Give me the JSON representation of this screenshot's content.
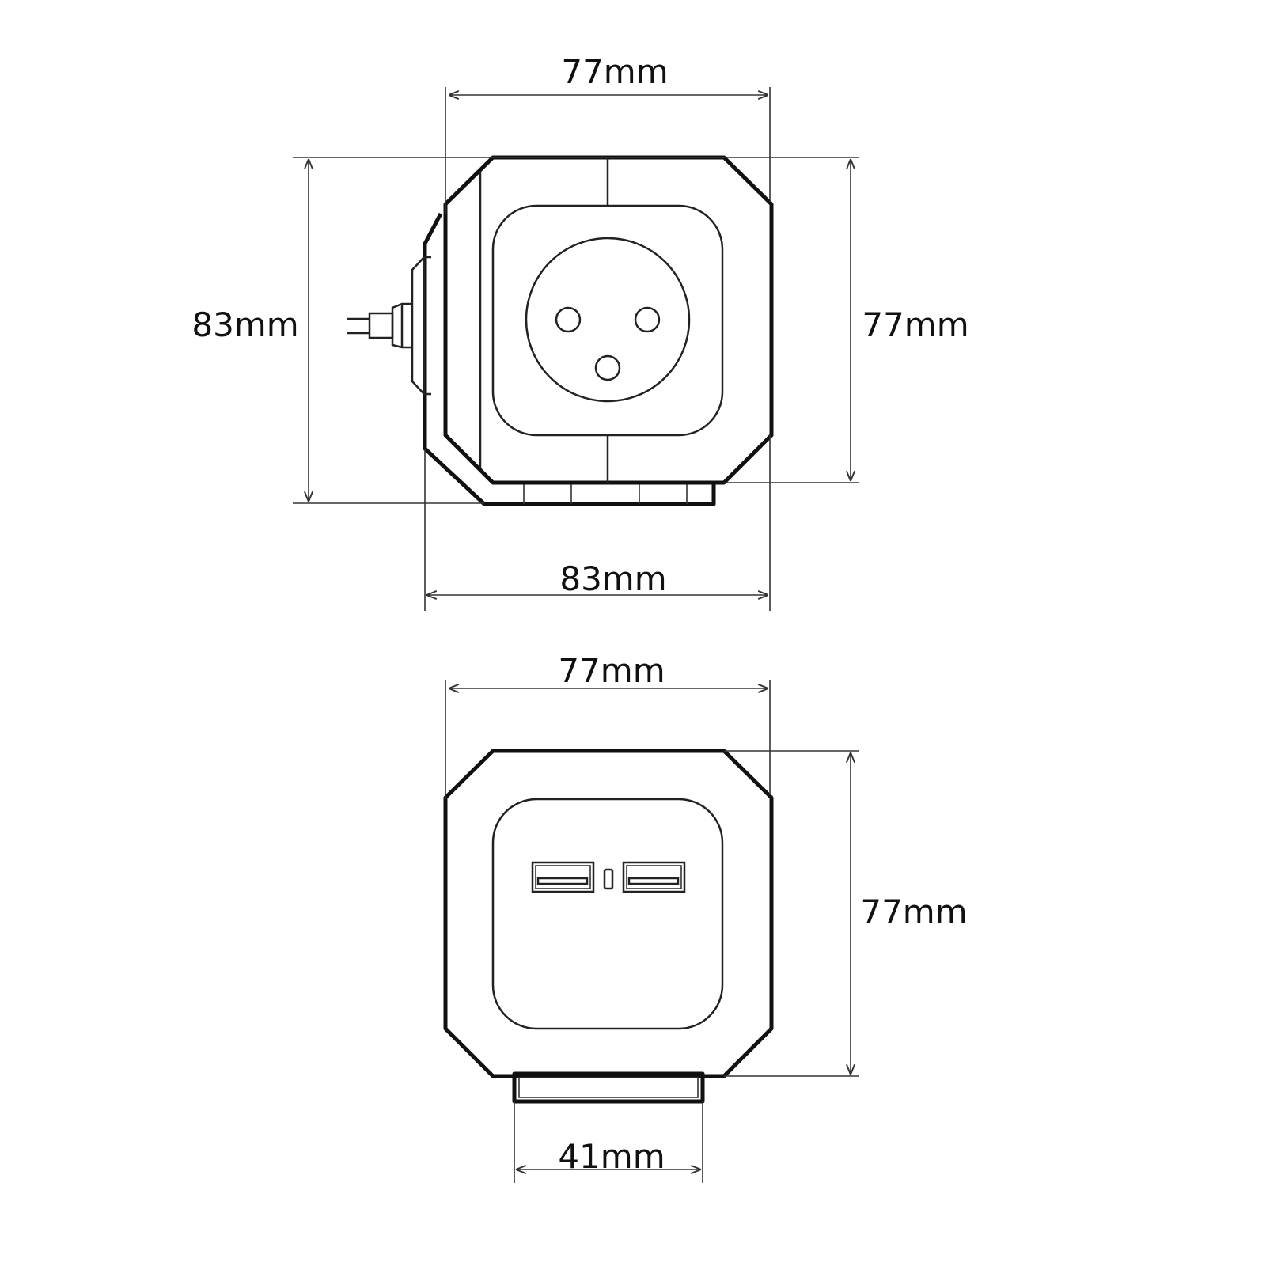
{
  "top_view": {
    "width_label": "77mm",
    "total_height_label": "83mm",
    "body_height_label": "77mm",
    "total_width_label": "83mm"
  },
  "bottom_view": {
    "width_label": "77mm",
    "height_label": "77mm",
    "base_width_label": "41mm"
  },
  "colors": {
    "line": "#111111",
    "background": "#ffffff"
  }
}
